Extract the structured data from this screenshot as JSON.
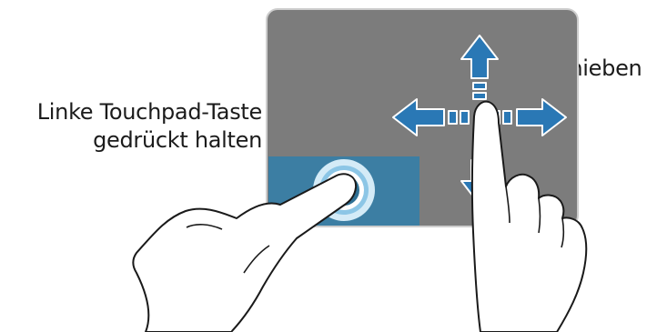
{
  "labels": {
    "hold_left_button_line1": "Linke Touchpad-Taste",
    "hold_left_button_line2": "gedrückt halten",
    "move": "Verschieben"
  },
  "colors": {
    "touchpad": "#7c7c7c",
    "touchpad_border": "#cdcdcd",
    "left_button_area": "#3c7ea3",
    "arrow": "#2a78b5",
    "tap_ring": "#b5daf0",
    "tap_core": "#2e6f93",
    "hand_outline": "#1a1a1a",
    "text": "#1b1b1b"
  },
  "icons": {
    "arrows": "four-direction-move-arrows-icon",
    "tap": "press-hold-tap-icon",
    "left_hand": "pointing-hand-icon",
    "right_hand": "dragging-hand-icon"
  }
}
